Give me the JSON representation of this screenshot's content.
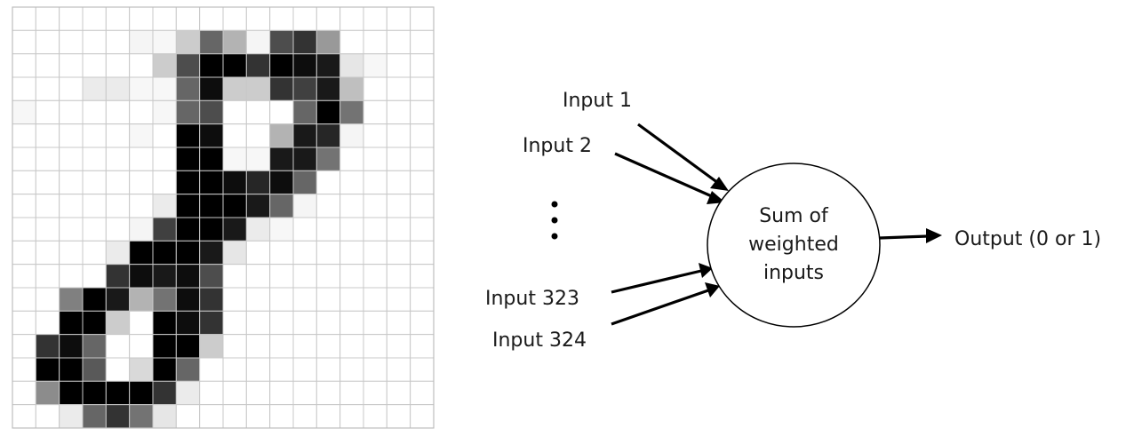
{
  "pixel_grid": {
    "rows": 18,
    "cols": 18,
    "values": [
      [
        0,
        0,
        0,
        0,
        0,
        0,
        0,
        0,
        0,
        0,
        0,
        0,
        0,
        0,
        0,
        0,
        0,
        0
      ],
      [
        0,
        0,
        0,
        0,
        0,
        4,
        3,
        20,
        60,
        30,
        4,
        70,
        80,
        40,
        0,
        0,
        0,
        0
      ],
      [
        0,
        0,
        0,
        0,
        0,
        0,
        20,
        70,
        100,
        100,
        80,
        100,
        95,
        90,
        10,
        3,
        0,
        0
      ],
      [
        0,
        0,
        0,
        8,
        8,
        3,
        3,
        60,
        95,
        20,
        20,
        80,
        75,
        90,
        25,
        0,
        0,
        0
      ],
      [
        3,
        0,
        0,
        0,
        0,
        0,
        3,
        60,
        70,
        0,
        0,
        0,
        60,
        100,
        55,
        0,
        0,
        0
      ],
      [
        0,
        0,
        0,
        0,
        0,
        3,
        0,
        100,
        95,
        0,
        0,
        30,
        90,
        85,
        4,
        0,
        0,
        0
      ],
      [
        0,
        0,
        0,
        0,
        0,
        0,
        0,
        100,
        100,
        3,
        3,
        90,
        90,
        55,
        0,
        0,
        0,
        0
      ],
      [
        0,
        0,
        0,
        0,
        0,
        0,
        0,
        100,
        100,
        95,
        85,
        95,
        60,
        0,
        0,
        0,
        0,
        0
      ],
      [
        0,
        0,
        0,
        0,
        0,
        0,
        8,
        100,
        100,
        100,
        90,
        60,
        4,
        0,
        0,
        0,
        0,
        0
      ],
      [
        0,
        0,
        0,
        0,
        0,
        4,
        75,
        100,
        100,
        90,
        8,
        3,
        0,
        0,
        0,
        0,
        0,
        0
      ],
      [
        0,
        0,
        0,
        0,
        8,
        100,
        100,
        100,
        90,
        10,
        0,
        0,
        0,
        0,
        0,
        0,
        0,
        0
      ],
      [
        0,
        0,
        0,
        0,
        80,
        95,
        90,
        95,
        70,
        0,
        0,
        0,
        0,
        0,
        0,
        0,
        0,
        0
      ],
      [
        0,
        0,
        50,
        100,
        90,
        30,
        55,
        95,
        80,
        0,
        0,
        0,
        0,
        0,
        0,
        0,
        0,
        0
      ],
      [
        0,
        0,
        100,
        100,
        20,
        0,
        100,
        95,
        80,
        0,
        0,
        0,
        0,
        0,
        0,
        0,
        0,
        0
      ],
      [
        0,
        80,
        95,
        60,
        0,
        0,
        100,
        100,
        20,
        0,
        0,
        0,
        0,
        0,
        0,
        0,
        0,
        0
      ],
      [
        0,
        100,
        100,
        65,
        0,
        15,
        100,
        60,
        0,
        0,
        0,
        0,
        0,
        0,
        0,
        0,
        0,
        0
      ],
      [
        0,
        45,
        100,
        100,
        100,
        100,
        80,
        8,
        0,
        0,
        0,
        0,
        0,
        0,
        0,
        0,
        0,
        0
      ],
      [
        0,
        0,
        8,
        60,
        80,
        55,
        10,
        0,
        0,
        0,
        0,
        0,
        0,
        0,
        0,
        0,
        0,
        0
      ]
    ]
  },
  "neuron": {
    "lines": [
      "Sum of",
      "weighted",
      "inputs"
    ]
  },
  "inputs": [
    {
      "label": "Input 1"
    },
    {
      "label": "Input 2"
    },
    {
      "label": "Input 323"
    },
    {
      "label": "Input 324"
    }
  ],
  "output": {
    "label": "Output (0 or 1)"
  }
}
